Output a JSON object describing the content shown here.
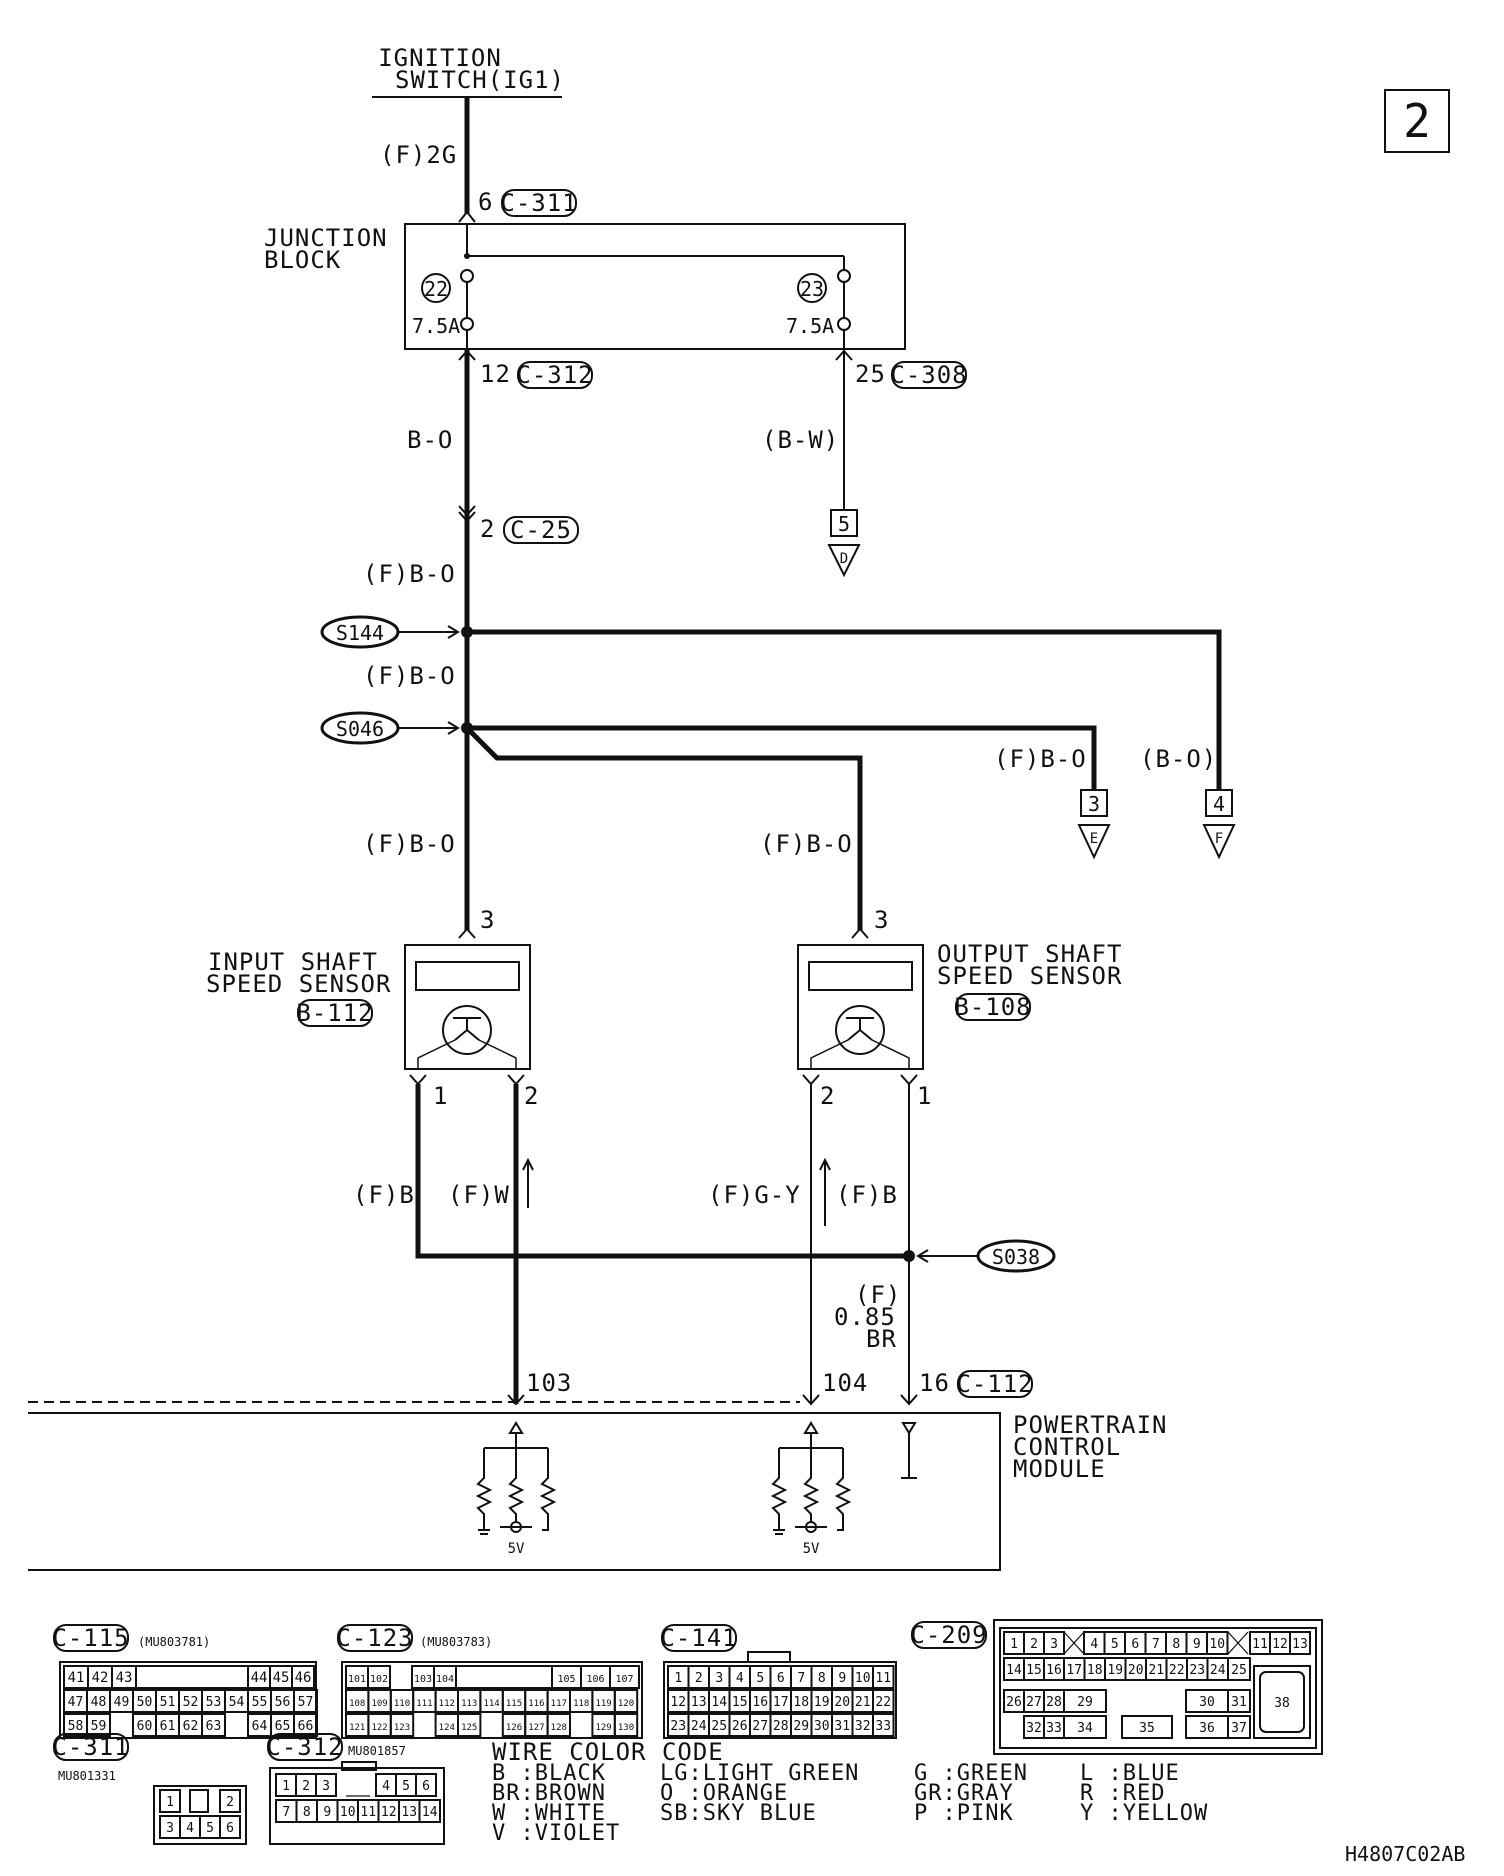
{
  "page_number": "2",
  "diagram_code": "H4807C02AB",
  "ignition": {
    "line1": "IGNITION",
    "line2": "SWITCH(IG1)",
    "wire": "(F)2G"
  },
  "junction_block": {
    "line1": "JUNCTION",
    "line2": "BLOCK",
    "conn_in": {
      "pin": "6",
      "conn": "C-311"
    },
    "fuse_left": {
      "num": "22",
      "rating": "7.5A"
    },
    "fuse_right": {
      "num": "23",
      "rating": "7.5A"
    },
    "out_left": {
      "pin": "12",
      "conn": "C-312"
    },
    "out_right": {
      "pin": "25",
      "conn": "C-308"
    }
  },
  "wires": {
    "b_o": "B-O",
    "b_w": "(B-W)",
    "c25_pin": "2",
    "c25": "C-25",
    "f_b_o_1": "(F)B-O",
    "f_b_o_2": "(F)B-O",
    "f_b_o_left": "(F)B-O",
    "f_b_o_mid": "(F)B-O",
    "f_b_o_e": "(F)B-O",
    "b_o_f": "(B-O)",
    "f_b_left": "(F)B",
    "f_w": "(F)W",
    "f_gy": "(F)G-Y",
    "f_b_right": "(F)B",
    "f_paren": "(F)",
    "gauge": "0.85",
    "br": "BR"
  },
  "splices": {
    "s144": "S144",
    "s046": "S046",
    "s038": "S038"
  },
  "connectors_to": {
    "d": {
      "num": "5",
      "letter": "D"
    },
    "e": {
      "num": "3",
      "letter": "E"
    },
    "f": {
      "num": "4",
      "letter": "F"
    }
  },
  "input_sensor": {
    "line1": "INPUT SHAFT",
    "line2": "SPEED SENSOR",
    "conn": "B-112",
    "pin_top": "3",
    "pin_l": "1",
    "pin_r": "2"
  },
  "output_sensor": {
    "line1": "OUTPUT SHAFT",
    "line2": "SPEED SENSOR",
    "conn": "B-108",
    "pin_top": "3",
    "pin_l": "2",
    "pin_r": "1"
  },
  "pcm": {
    "line1": "POWERTRAIN",
    "line2": "CONTROL",
    "line3": "MODULE",
    "pin_103": "103",
    "pin_104": "104",
    "pin_16": "16",
    "conn": "C-112",
    "v1": "5V",
    "v2": "5V"
  },
  "connector_views": {
    "c115": {
      "name": "C-115",
      "part": "(MU803781)",
      "row1": [
        "41",
        "42",
        "43",
        "",
        "44",
        "45",
        "46"
      ],
      "row2": [
        "47",
        "48",
        "49",
        "50",
        "51",
        "52",
        "53",
        "54",
        "55",
        "56",
        "57"
      ],
      "row3": [
        "58",
        "59",
        "",
        "60",
        "61",
        "62",
        "63",
        "",
        "64",
        "65",
        "66"
      ]
    },
    "c123": {
      "name": "C-123",
      "part": "(MU803783)",
      "row1": [
        "101",
        "102",
        "",
        "103",
        "104",
        "",
        "105",
        "106",
        "107"
      ],
      "row2": [
        "108",
        "109",
        "110",
        "111",
        "112",
        "113",
        "114",
        "115",
        "116",
        "117",
        "118",
        "119",
        "120"
      ],
      "row3": [
        "121",
        "122",
        "123",
        "",
        "124",
        "125",
        "",
        "126",
        "127",
        "128",
        "",
        "129",
        "130"
      ]
    },
    "c141": {
      "name": "C-141",
      "row1": [
        "1",
        "2",
        "3",
        "4",
        "5",
        "6",
        "7",
        "8",
        "9",
        "10",
        "11"
      ],
      "row2": [
        "12",
        "13",
        "14",
        "15",
        "16",
        "17",
        "18",
        "19",
        "20",
        "21",
        "22"
      ],
      "row3": [
        "23",
        "24",
        "25",
        "26",
        "27",
        "28",
        "29",
        "30",
        "31",
        "32",
        "33"
      ]
    },
    "c209": {
      "name": "C-209",
      "row1": [
        "1",
        "2",
        "3",
        "4",
        "5",
        "6",
        "7",
        "8",
        "9",
        "10",
        "11",
        "12",
        "13"
      ],
      "row2": [
        "14",
        "15",
        "16",
        "17",
        "18",
        "19",
        "20",
        "21",
        "22",
        "23",
        "24",
        "25"
      ],
      "row3": [
        "26",
        "27",
        "28",
        "29",
        "30",
        "31"
      ],
      "row4": [
        "32",
        "33",
        "34",
        "35",
        "36",
        "37"
      ],
      "big": "38"
    },
    "c311": {
      "name": "C-311",
      "part": "MU801331",
      "row1": [
        "1",
        "2"
      ],
      "row2": [
        "3",
        "4",
        "5",
        "6"
      ]
    },
    "c312": {
      "name": "C-312",
      "part": "MU801857",
      "row1": [
        "1",
        "2",
        "3",
        "4",
        "5",
        "6"
      ],
      "row2": [
        "7",
        "8",
        "9",
        "10",
        "11",
        "12",
        "13",
        "14"
      ]
    }
  },
  "color_code": {
    "title": "WIRE COLOR CODE",
    "col1": [
      "B :BLACK",
      "BR:BROWN",
      "W :WHITE",
      "V :VIOLET"
    ],
    "col2": [
      "LG:LIGHT GREEN",
      "O :ORANGE",
      "SB:SKY BLUE"
    ],
    "col3": [
      "G :GREEN",
      "GR:GRAY",
      "P :PINK"
    ],
    "col4": [
      "L :BLUE",
      "R :RED",
      "Y :YELLOW"
    ]
  }
}
